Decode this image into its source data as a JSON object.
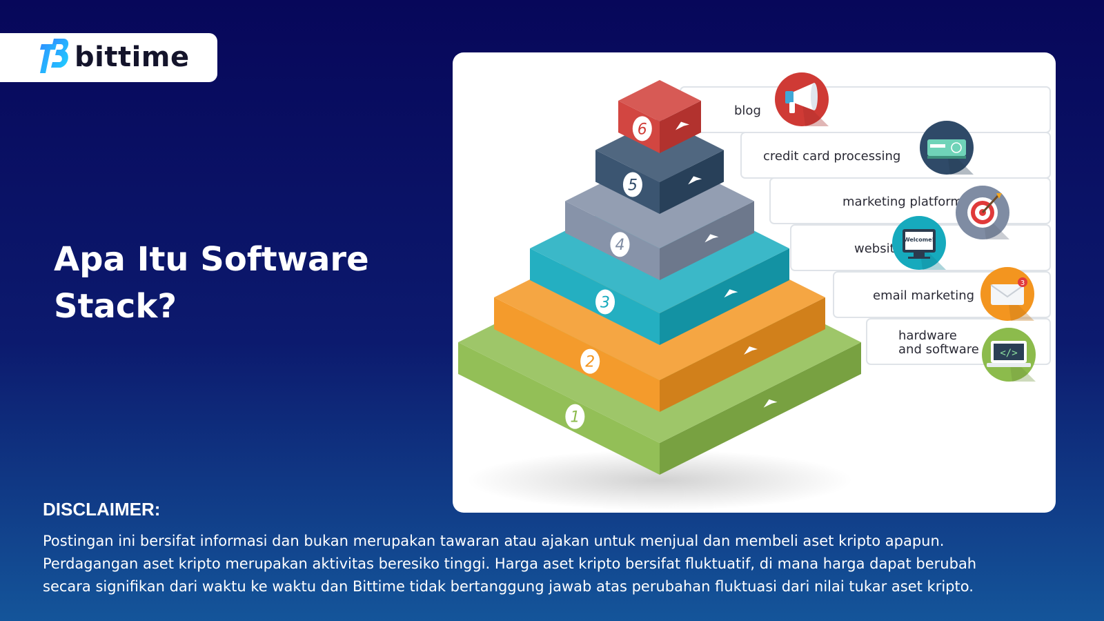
{
  "brand": {
    "name": "bittime"
  },
  "heading": {
    "line1": "Apa Itu Software",
    "line2": "Stack?"
  },
  "diagram": {
    "layers": [
      {
        "number": "1",
        "label": "hardware and software",
        "label_lines": [
          "hardware",
          "and software"
        ],
        "color": "#8cbb4c",
        "icon": "laptop-code-icon",
        "icon_color": "#8cbb4c"
      },
      {
        "number": "2",
        "label": "email marketing",
        "label_lines": [
          "email marketing"
        ],
        "color": "#f3951f",
        "icon": "envelope-icon",
        "icon_color": "#f3951f"
      },
      {
        "number": "3",
        "label": "website",
        "label_lines": [
          "website"
        ],
        "color": "#16aabd",
        "icon": "monitor-welcome-icon",
        "icon_color": "#16aabd"
      },
      {
        "number": "4",
        "label": "marketing platform",
        "label_lines": [
          "marketing platform"
        ],
        "color": "#7f8ca3",
        "icon": "target-icon",
        "icon_color": "#7f8ca3"
      },
      {
        "number": "5",
        "label": "credit card processing",
        "label_lines": [
          "credit card processing"
        ],
        "color": "#2f4a68",
        "icon": "card-reader-icon",
        "icon_color": "#2f4a68"
      },
      {
        "number": "6",
        "label": "blog",
        "label_lines": [
          "blog"
        ],
        "color": "#cf3a35",
        "icon": "megaphone-icon",
        "icon_color": "#cf3a35"
      }
    ],
    "monitor_text": "Welcome!",
    "badge_count": "3"
  },
  "disclaimer": {
    "heading": "DISCLAIMER:",
    "body": "Postingan ini bersifat informasi dan bukan merupakan tawaran atau ajakan untuk menjual dan membeli aset kripto apapun.\nPerdagangan aset kripto merupakan aktivitas beresiko tinggi. Harga aset kripto bersifat fluktuatif, di mana harga dapat berubah\nsecara signifikan dari waktu ke waktu dan Bittime tidak bertanggung jawab atas perubahan fluktuasi dari nilai tukar aset kripto."
  }
}
